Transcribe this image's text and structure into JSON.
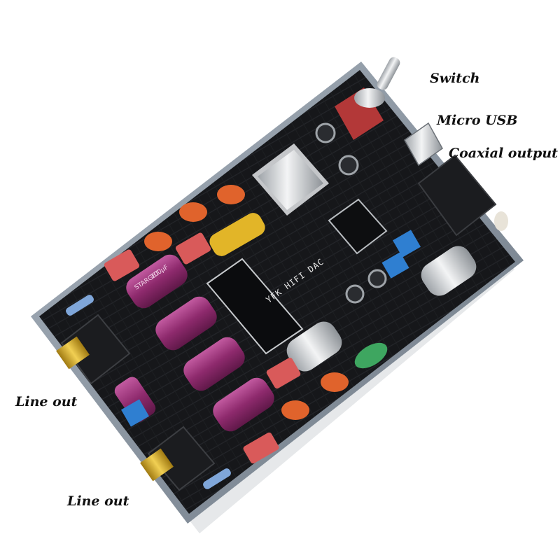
{
  "labels": {
    "switch": "Switch",
    "micro_usb": "Micro USB",
    "coaxial_output": "Coaxial output",
    "line_out_left": "Line out",
    "line_out_bottom": "Line out"
  },
  "board_text": {
    "silkscreen": "YFK HIFI DAC",
    "capacitor_brand": "STARGET",
    "capacitor_value": "100µF"
  },
  "colors": {
    "pcb": "#161719",
    "board_edge": "#8b97a4",
    "solder_mask_lines": "#3a3d42",
    "capacitor_purple": "#9b2f78",
    "film_cap_red": "#d95a5a",
    "ceramic_orange": "#e0632c",
    "blue_trimmer": "#2f7fd1",
    "electrolytic_silver": "#c9ccd0",
    "toggle_red": "#b33838",
    "metal_silver": "#d7d8da",
    "text_color": "#111111"
  }
}
